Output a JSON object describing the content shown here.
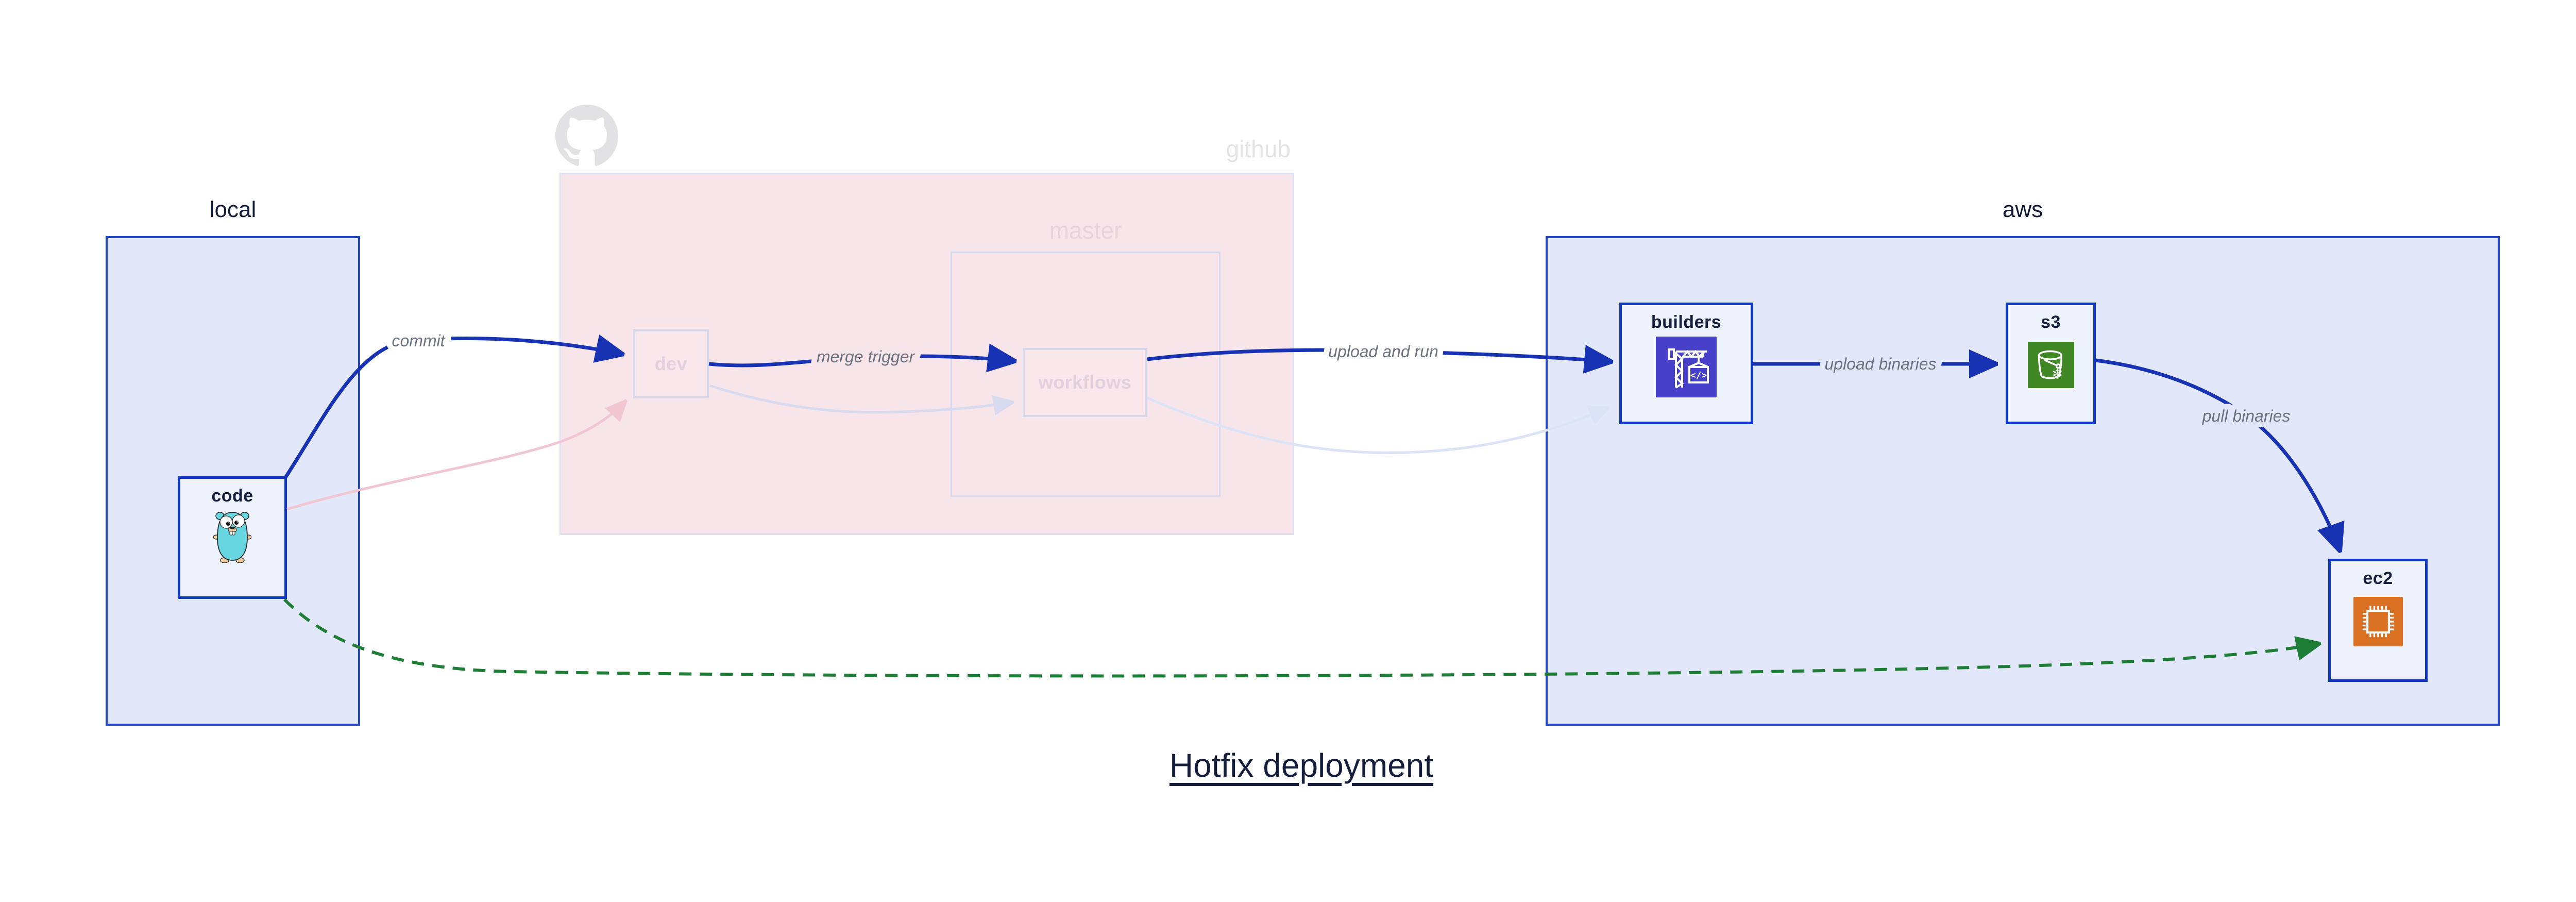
{
  "diagram": {
    "title": "Hotfix deployment",
    "groups": {
      "local": {
        "label": "local"
      },
      "github": {
        "label": "github",
        "master": {
          "label": "master"
        }
      },
      "aws": {
        "label": "aws"
      }
    },
    "nodes": {
      "code": {
        "label": "code",
        "icon": "go-gopher-icon"
      },
      "dev": {
        "label": "dev"
      },
      "workflows": {
        "label": "workflows"
      },
      "builders": {
        "label": "builders",
        "icon": "codebuild-crane-icon"
      },
      "s3": {
        "label": "s3",
        "icon": "s3-bucket-icon"
      },
      "ec2": {
        "label": "ec2",
        "icon": "ec2-chip-icon"
      }
    },
    "edges": {
      "commit": {
        "label": "commit",
        "from": "code",
        "to": "dev",
        "style": "solid-blue"
      },
      "merge_trigger": {
        "label": "merge trigger",
        "from": "dev",
        "to": "workflows",
        "style": "solid-blue"
      },
      "upload_and_run": {
        "label": "upload and run",
        "from": "workflows",
        "to": "builders",
        "style": "solid-blue"
      },
      "upload_binaries": {
        "label": "upload binaries",
        "from": "builders",
        "to": "s3",
        "style": "solid-blue"
      },
      "pull_binaries": {
        "label": "pull binaries",
        "from": "s3",
        "to": "ec2",
        "style": "solid-blue"
      },
      "hotfix_path": {
        "label": "",
        "from": "code",
        "to": "ec2",
        "style": "dashed-green"
      },
      "faded_commit": {
        "label": "",
        "from": "code",
        "to": "dev",
        "style": "faded-pink"
      },
      "faded_merge": {
        "label": "",
        "from": "dev",
        "to": "workflows",
        "style": "faded-lavender"
      },
      "faded_upload": {
        "label": "",
        "from": "workflows",
        "to": "builders",
        "style": "faded-periwinkle"
      }
    },
    "colors": {
      "edge_blue": "#1733b4",
      "edge_green": "#1f7e36",
      "faded_pink_edge": "#f0c6d3",
      "faded_lavender_edge": "#d8dbef",
      "faded_periwinkle_edge": "#dbe3f7",
      "group_fill_blue": "#e2e8fa",
      "group_fill_pink": "#f8e5ea",
      "node_border_blue": "#1138c4",
      "faded_border": "#d6d9ec",
      "builders_icon_bg": "#4641c8",
      "s3_icon_bg": "#3f8624",
      "ec2_icon_bg": "#d97022",
      "gopher_body": "#67d6e0",
      "edge_label_gray": "#6a7280",
      "title_navy": "#151f3d",
      "github_gray": "#e3e3e5"
    }
  }
}
